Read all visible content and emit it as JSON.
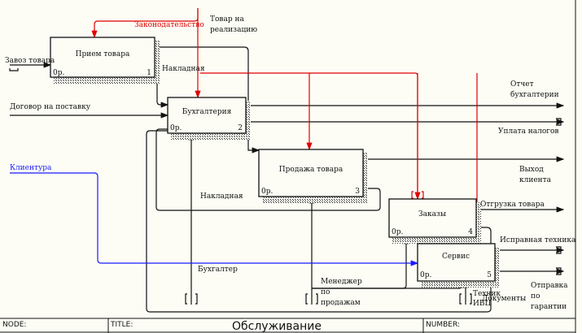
{
  "diagram": {
    "boxes": [
      {
        "name": "Прием товара",
        "cost": "0р.",
        "number": "1"
      },
      {
        "name": "Бухгалтерия",
        "cost": "0р.",
        "number": "2"
      },
      {
        "name": "Продажа товара",
        "cost": "0р.",
        "number": "3"
      },
      {
        "name": "Заказы",
        "cost": "0р.",
        "number": "4"
      },
      {
        "name": "Сервис",
        "cost": "0р.",
        "number": "5"
      }
    ],
    "arrows": {
      "legislation": "Законодательство",
      "goods_for_sale_1": "Товар на",
      "goods_for_sale_2": "реализацию",
      "goods_import": "Завоз товара",
      "invoice_1": "Накладная",
      "supply_contract": "Договор на поставку",
      "report_1": "Отчет",
      "report_2": "бухгалтерии",
      "tax_payment": "Уплата налогов",
      "clients": "Клиентура",
      "client_exit_1": "Выход",
      "client_exit_2": "клиента",
      "invoice_2": "Накладная",
      "shipment": "Отгрузка товара",
      "working_equipment": "Исправная техника",
      "accountant": "Бухгалтер",
      "manager_1": "Менеджер",
      "manager_2": "по",
      "manager_3": "продажам",
      "technician_1": "Техник",
      "technician_2": "ИВЦ",
      "documents": "Документы",
      "warranty_1": "Отправка",
      "warranty_2": "по",
      "warranty_3": "гарантии"
    },
    "colors": {
      "control": "#e00000",
      "client": "#1a1aff",
      "line": "#111111"
    }
  },
  "footer": {
    "node_label": "NODE:",
    "title_label": "TITLE:",
    "title_value": "Обслуживание",
    "number_label": "NUMBER:"
  }
}
